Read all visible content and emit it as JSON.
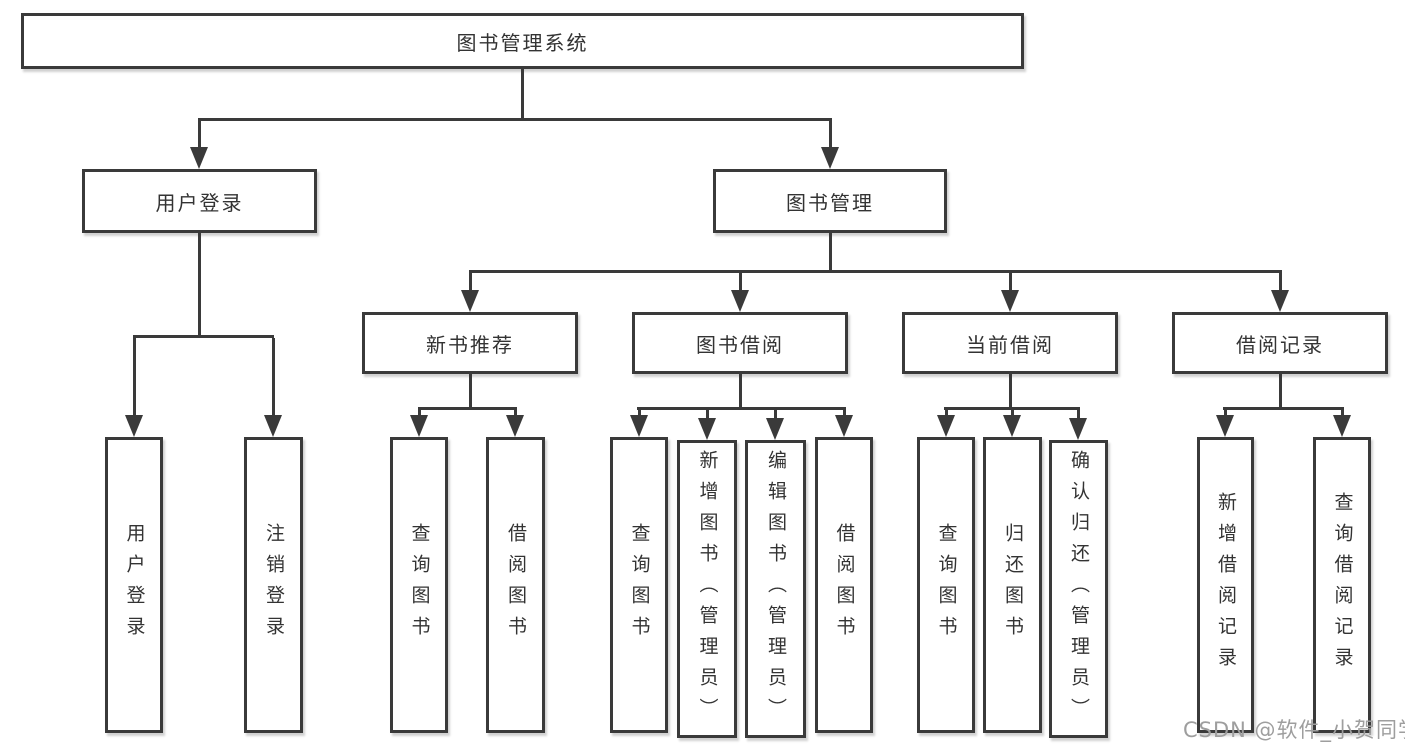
{
  "diagram": {
    "root": {
      "label": "图书管理系统"
    },
    "level2": [
      {
        "label": "用户登录"
      },
      {
        "label": "图书管理"
      }
    ],
    "level3": [
      {
        "label": "新书推荐"
      },
      {
        "label": "图书借阅"
      },
      {
        "label": "当前借阅"
      },
      {
        "label": "借阅记录"
      }
    ],
    "leaves": {
      "user": [
        "用户登录",
        "注销登录"
      ],
      "recommend": [
        "查询图书",
        "借阅图书"
      ],
      "borrow": [
        "查询图书",
        "新增图书（管理员）",
        "编辑图书（管理员）",
        "借阅图书"
      ],
      "current": [
        "查询图书",
        "归还图书",
        "确认归还（管理员）"
      ],
      "records": [
        "新增借阅记录",
        "查询借阅记录"
      ]
    }
  },
  "watermark": {
    "text": "CSDN @软件_小贺同学"
  },
  "colors": {
    "line": "#3a3a3a",
    "text": "#333333",
    "watermark": "#9e9e9e",
    "background": "#ffffff"
  }
}
